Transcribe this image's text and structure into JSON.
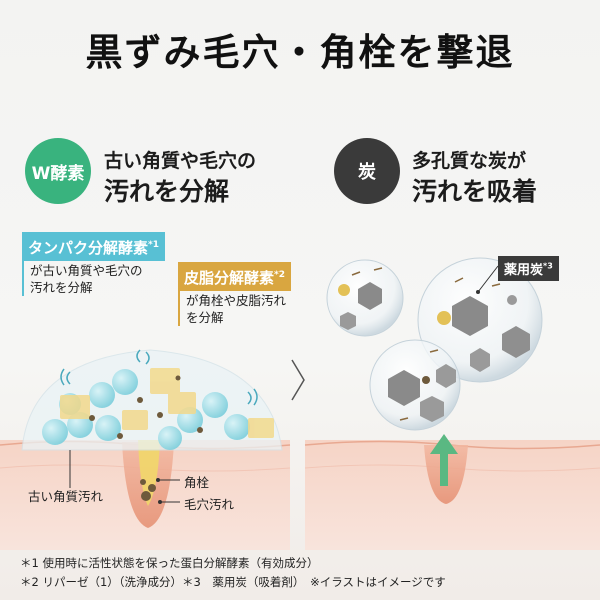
{
  "title": "黒ずみ毛穴・角栓を撃退",
  "left": {
    "badge": "W酵素",
    "heading_line1": "古い角質や毛穴の",
    "heading_line2": "汚れを分解",
    "enzyme1": {
      "name": "タンパク分解酵素",
      "mark": "*1",
      "desc_line1": "が古い角質や毛穴の",
      "desc_line2": "汚れを分解"
    },
    "enzyme2": {
      "name": "皮脂分解酵素",
      "mark": "*2",
      "desc_line1": "が角栓や皮脂汚れ",
      "desc_line2": "を分解"
    },
    "label_old_skin": "古い角質汚れ",
    "label_plug": "角栓",
    "label_pore_dirt": "毛穴汚れ"
  },
  "right": {
    "badge": "炭",
    "heading_line1": "多孔質な炭が",
    "heading_line2": "汚れを吸着",
    "charcoal_label": "薬用炭",
    "charcoal_mark": "*3"
  },
  "arrow_glyph": "〉",
  "footnotes": {
    "line1": "＊1 使用時に活性状態を保った蛋白分解酵素（有効成分）",
    "line2": "＊2 リパーゼ（1）（洗浄成分）＊3　薬用炭（吸着剤）　※イラストはイメージです"
  },
  "colors": {
    "green": "#39b37e",
    "dark": "#3a3a3a",
    "teal": "#58c0d4",
    "gold": "#d9a640",
    "skin": "#f3c8b8"
  }
}
